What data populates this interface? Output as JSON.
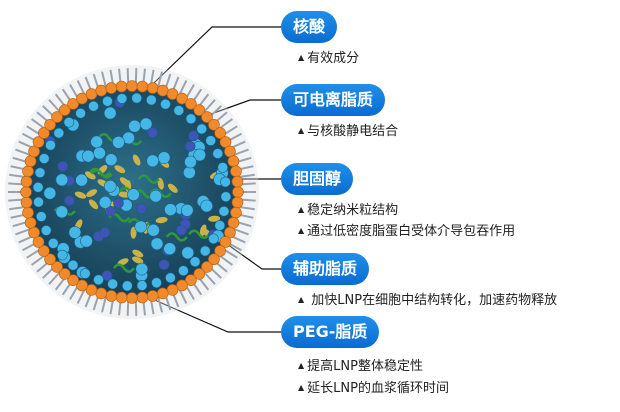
{
  "colors": {
    "pill": "#0a6cd0",
    "lipid_head": "#f08a2a",
    "inner_head": "#45b7e6",
    "nucleic_acid": "#2e9a3a",
    "ionizable": "#3f53b8",
    "cholesterol": "#c9b24a"
  },
  "components": [
    {
      "title": "核酸",
      "notes": [
        "有效成分"
      ]
    },
    {
      "title": "可电离脂质",
      "notes": [
        "与核酸静电结合"
      ]
    },
    {
      "title": "胆固醇",
      "notes": [
        "稳定纳米粒结构",
        "通过低密度脂蛋白受体介导包吞作用"
      ]
    },
    {
      "title": "辅助脂质",
      "notes": [
        "加快LNP在细胞中结构转化，加速药物释放"
      ]
    },
    {
      "title": "PEG-脂质",
      "notes": [
        "提高LNP整体稳定性",
        "延长LNP的血浆循环时间"
      ]
    }
  ]
}
